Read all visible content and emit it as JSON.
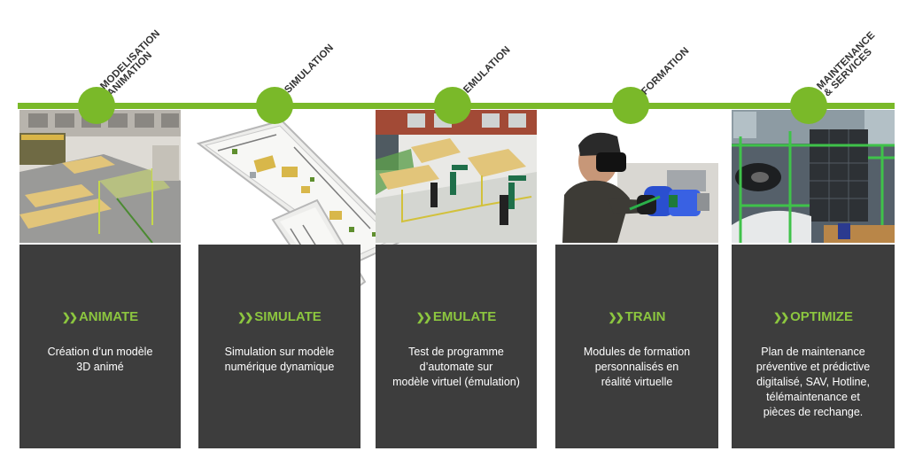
{
  "accent_color": "#7ab929",
  "card_color": "#3d3d3d",
  "stages": [
    {
      "label_lines": [
        "MODELISATION",
        "ANIMATION"
      ],
      "image_icon": "factory-3d-model-icon",
      "title": "ANIMATE",
      "description": "Création d’un modèle\n3D animé"
    },
    {
      "label_lines": [
        "SIMULATION"
      ],
      "image_icon": "factory-layout-simulation-icon",
      "title": "SIMULATE",
      "description": "Simulation sur modèle\nnumérique dynamique"
    },
    {
      "label_lines": [
        "EMULATION"
      ],
      "image_icon": "robot-cell-emulation-icon",
      "title": "EMULATE",
      "description": "Test de programme\nd’automate sur\nmodèle virtuel (émulation)"
    },
    {
      "label_lines": [
        "FORMATION"
      ],
      "image_icon": "vr-training-icon",
      "title": "TRAIN",
      "description": "Modules de formation\npersonnalisés en\nréalité virtuelle"
    },
    {
      "label_lines": [
        "MAINTENANCE",
        "& SERVICES"
      ],
      "image_icon": "industrial-maintenance-icon",
      "title": "OPTIMIZE",
      "description": "Plan de maintenance\npréventive et prédictive\ndigitalisé, SAV, Hotline,\ntélémaintenance et\npièces de rechange."
    }
  ]
}
